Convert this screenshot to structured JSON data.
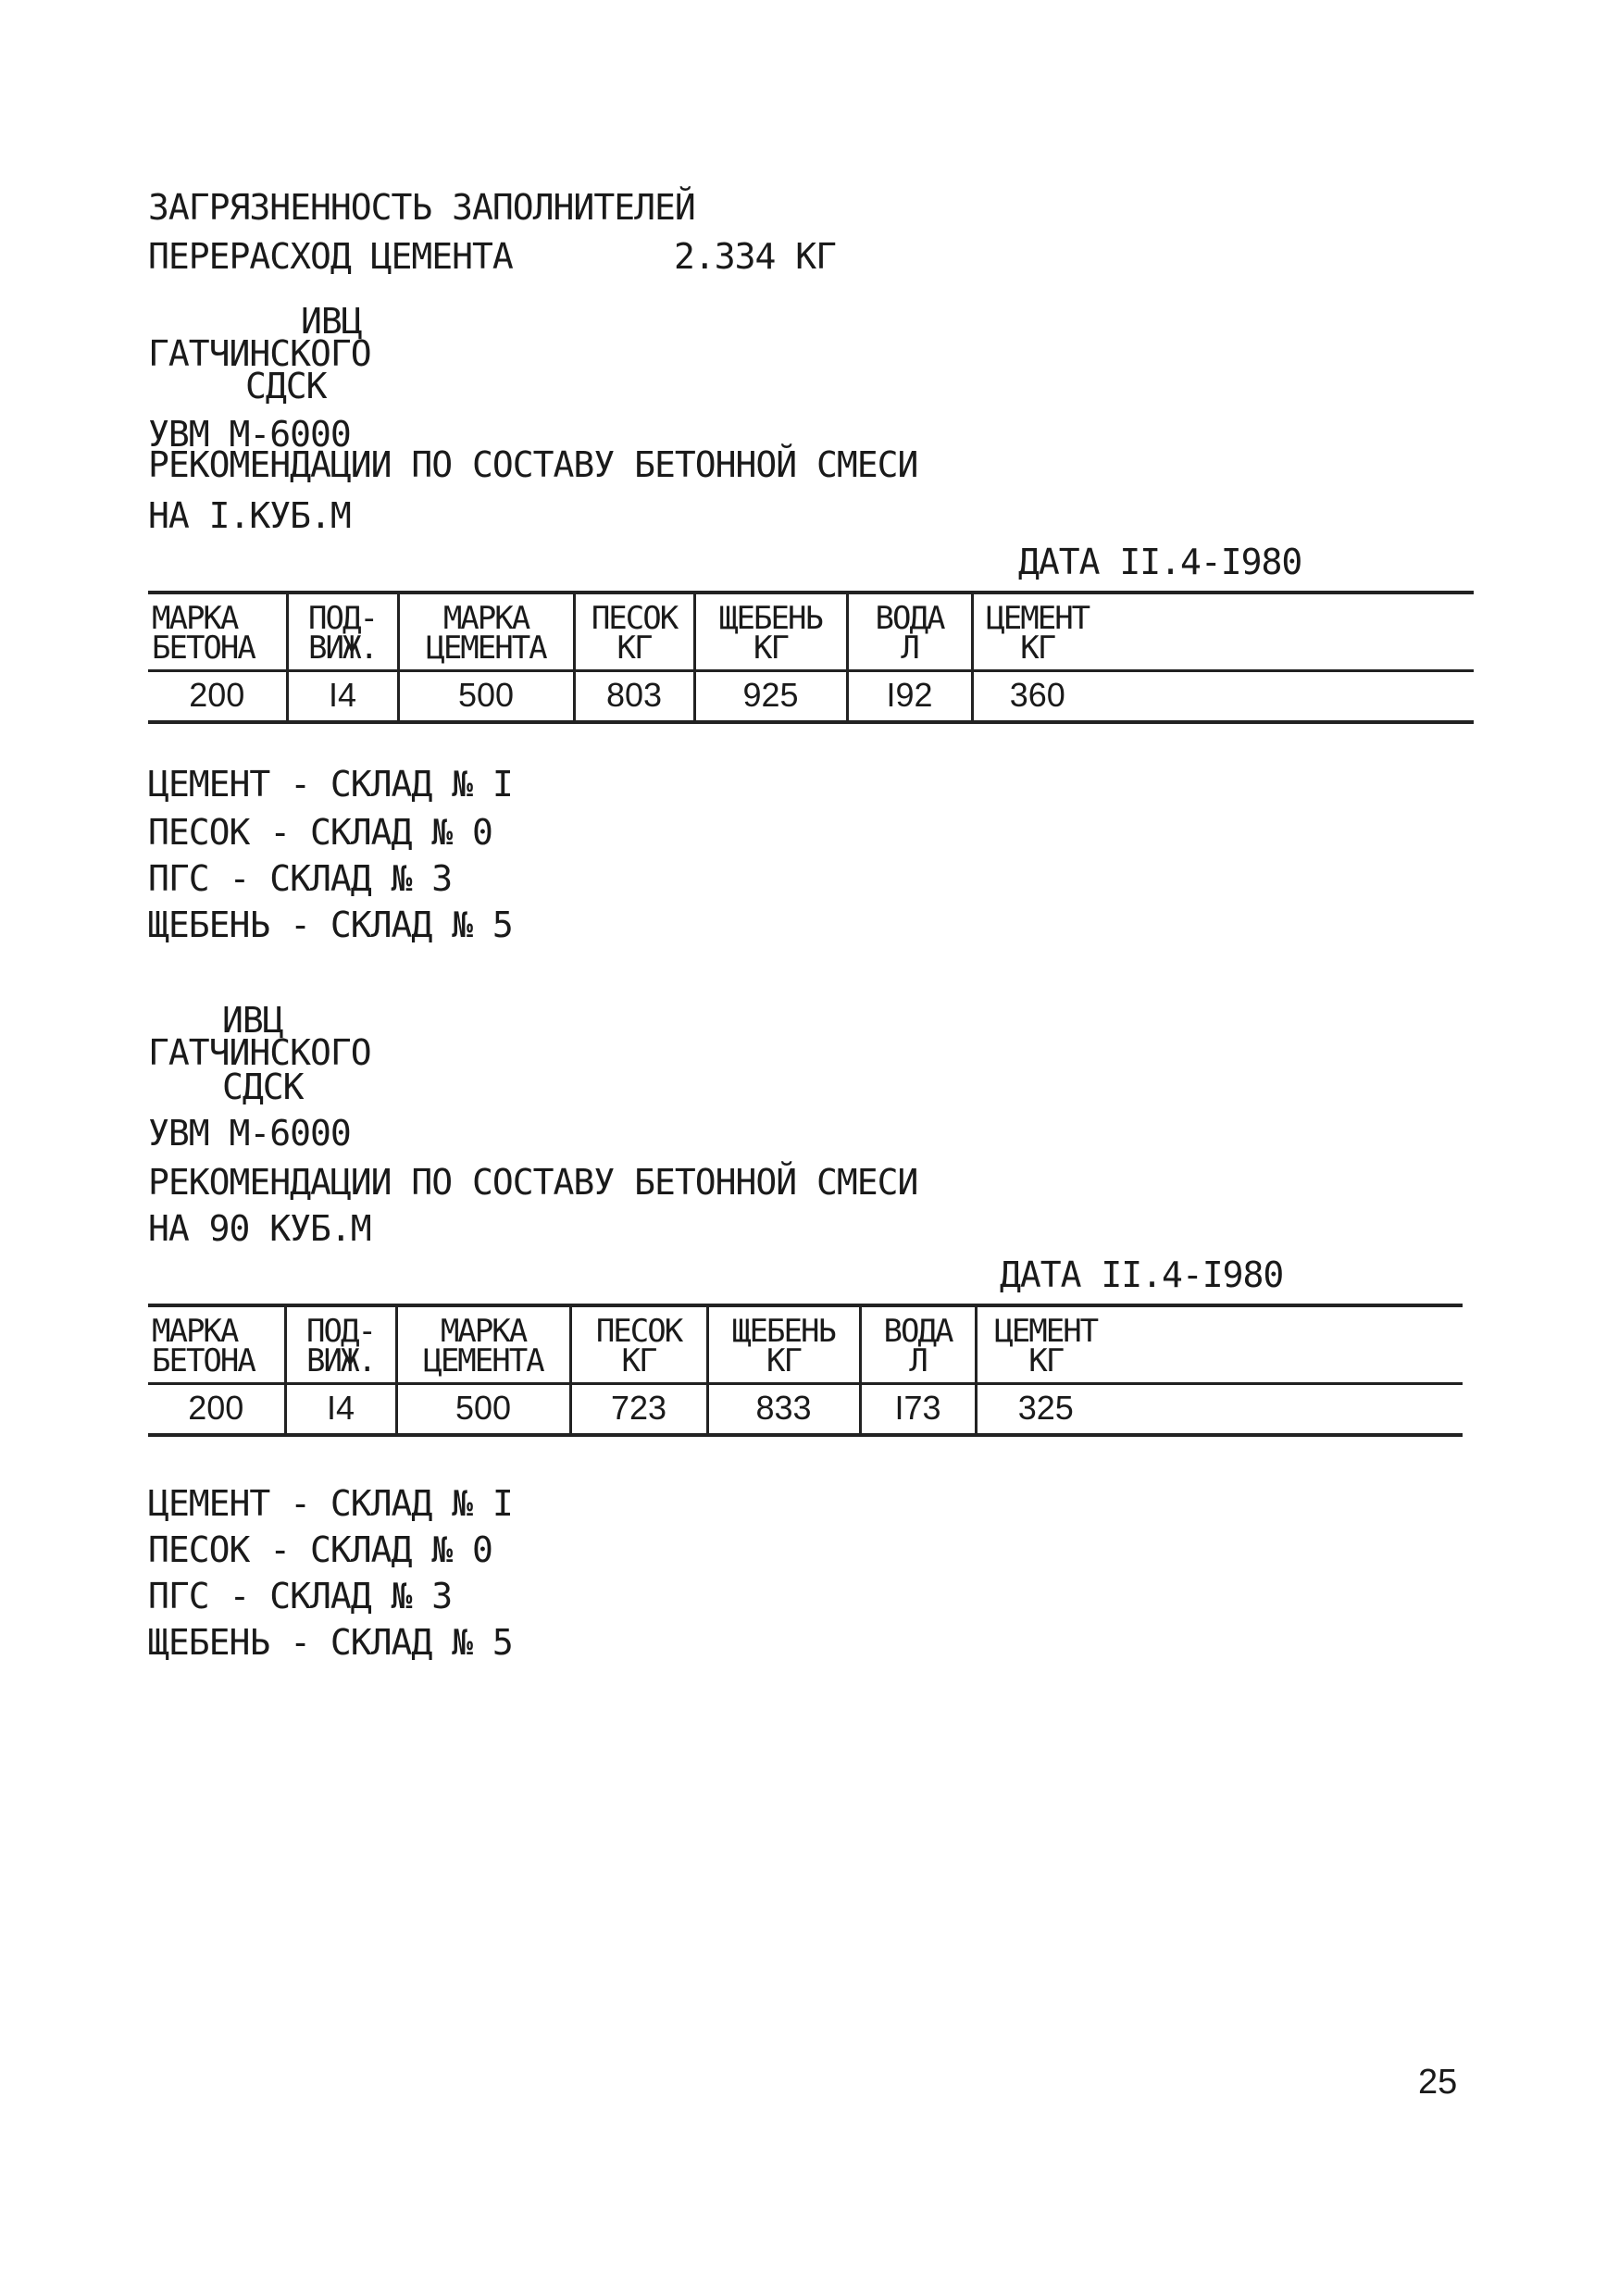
{
  "header": {
    "contamination": "ЗАГРЯЗНЕННОСТЬ ЗАПОЛНИТЕЛЕЙ",
    "overuse_label": "ПЕРЕРАСХОД ЦЕМЕНТА",
    "overuse_value": "2.334 КГ"
  },
  "sections": [
    {
      "org_line1": "ИВЦ",
      "org_line2": "ГАТЧИНСКОГО",
      "org_line3": "СДСК",
      "machine": "УВМ М-6000",
      "title": "РЕКОМЕНДАЦИИ ПО СОСТАВУ БЕТОННОЙ СМЕСИ",
      "volume": "НА I.КУБ.М",
      "date": "ДАТА II.4-I980",
      "table": {
        "headers": [
          [
            "МАРКА",
            "БЕТОНА"
          ],
          [
            "ПОД-",
            "ВИЖ."
          ],
          [
            "МАРКА",
            "ЦЕМЕНТА"
          ],
          [
            "ПЕСОК",
            "КГ"
          ],
          [
            "ЩЕБЕНЬ",
            "КГ"
          ],
          [
            "ВОДА",
            "Л"
          ],
          [
            "ЦЕМЕНТ",
            "КГ"
          ]
        ],
        "row": [
          "200",
          "I4",
          "500",
          "803",
          "925",
          "I92",
          "360"
        ]
      },
      "warehouses": [
        "ЦЕМЕНТ - СКЛАД № I",
        "ПЕСОК - СКЛАД № 0",
        "ПГС - СКЛАД № 3",
        "ЩЕБЕНЬ - СКЛАД № 5"
      ]
    },
    {
      "org_line1": "ИВЦ",
      "org_line2": "ГАТЧИНСКОГО",
      "org_line3": "СДСК",
      "machine": "УВМ М-6000",
      "title": "РЕКОМЕНДАЦИИ ПО СОСТАВУ БЕТОННОЙ СМЕСИ",
      "volume": "НА 90 КУБ.М",
      "date": "ДАТА II.4-I980",
      "table": {
        "headers": [
          [
            "МАРКА",
            "БЕТОНА"
          ],
          [
            "ПОД-",
            "ВИЖ."
          ],
          [
            "МАРКА",
            "ЦЕМЕНТА"
          ],
          [
            "ПЕСОК",
            "КГ"
          ],
          [
            "ЩЕБЕНЬ",
            "КГ"
          ],
          [
            "ВОДА",
            "Л"
          ],
          [
            "ЦЕМЕНТ",
            "КГ"
          ]
        ],
        "row": [
          "200",
          "I4",
          "500",
          "723",
          "833",
          "I73",
          "325"
        ]
      },
      "warehouses": [
        "ЦЕМЕНТ - СКЛАД № I",
        "ПЕСОК - СКЛАД № 0",
        "ПГС - СКЛАД № 3",
        "ЩЕБЕНЬ - СКЛАД № 5"
      ]
    }
  ],
  "page_number": "25"
}
